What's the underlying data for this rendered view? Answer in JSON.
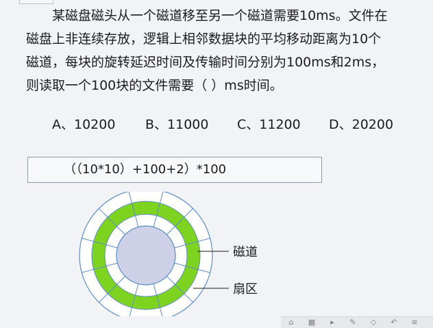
{
  "question": {
    "lines": [
      "某磁盘磁头从一个磁道移至另一个磁道需要10ms。文件在",
      "磁盘上非连续存放，逻辑上相邻数据块的平均移动距离为10个",
      "磁道，每块的旋转延迟时间及传输时间分别为100ms和2ms，",
      "则读取一个100块的文件需要（   ）ms时间。"
    ]
  },
  "options": [
    "A、10200",
    "B、11000",
    "C、11200",
    "D、20200"
  ],
  "answer_formula": "（（10*10）+100+2）*100",
  "diagram": {
    "label_track": "磁道",
    "label_sector": "扇区",
    "colors": {
      "track_fill": "#7ed321",
      "disk_fill": "#ffffff",
      "hub_fill": "#cdd0e6",
      "line": "#5b8cc9"
    }
  },
  "toolbar": {
    "icons": [
      "home-icon",
      "grid-icon",
      "pointer-icon",
      "pen-icon",
      "eraser-icon",
      "undo-icon",
      "menu-icon"
    ]
  }
}
